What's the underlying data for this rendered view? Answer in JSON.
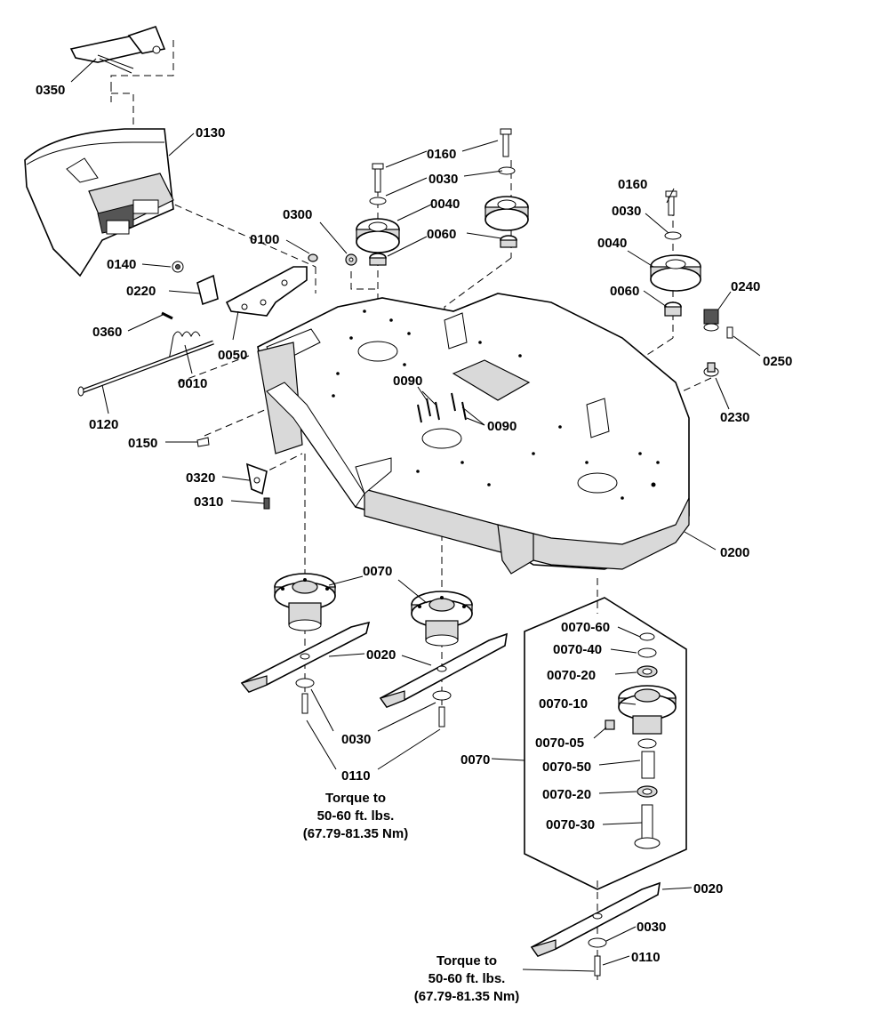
{
  "labels": {
    "l0350": "0350",
    "l0130": "0130",
    "l0160a": "0160",
    "l0030a": "0030",
    "l0040a": "0040",
    "l0060a": "0060",
    "l0300": "0300",
    "l0100": "0100",
    "l0140": "0140",
    "l0220": "0220",
    "l0360": "0360",
    "l0050": "0050",
    "l0010": "0010",
    "l0120": "0120",
    "l0160b": "0160",
    "l0030b": "0030",
    "l0040b": "0040",
    "l0060b": "0060",
    "l0240": "0240",
    "l0250": "0250",
    "l0230": "0230",
    "l0090a": "0090",
    "l0090b": "0090",
    "l0150": "0150",
    "l0320": "0320",
    "l0310": "0310",
    "l0200": "0200",
    "l0070a": "0070",
    "l0020a": "0020",
    "l0030c": "0030",
    "l0110a": "0110",
    "l0070_60": "0070-60",
    "l0070_40": "0070-40",
    "l0070_20a": "0070-20",
    "l0070_10": "0070-10",
    "l0070_05": "0070-05",
    "l0070b": "0070",
    "l0070_50": "0070-50",
    "l0070_20b": "0070-20",
    "l0070_30": "0070-30",
    "l0020b": "0020",
    "l0030d": "0030",
    "l0110b": "0110"
  },
  "torque_notes": [
    {
      "line1": "Torque to",
      "line2": "50-60 ft. lbs.",
      "line3": "(67.79-81.35 Nm)"
    },
    {
      "line1": "Torque to",
      "line2": "50-60 ft. lbs.",
      "line3": "(67.79-81.35 Nm)"
    }
  ]
}
